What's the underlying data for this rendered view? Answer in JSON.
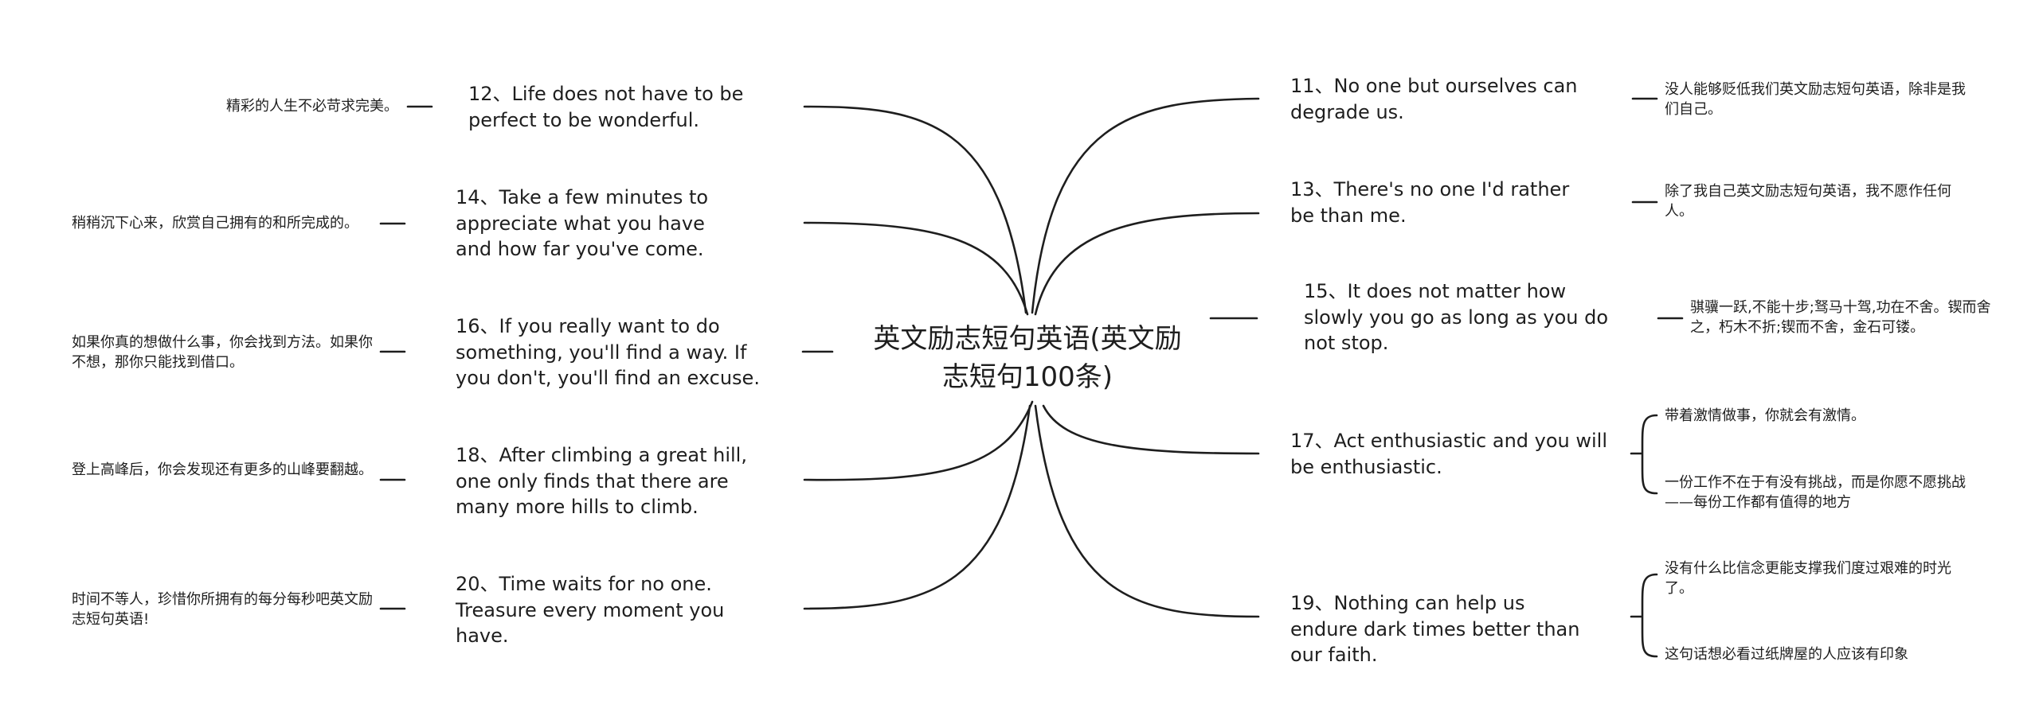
{
  "center": {
    "title": "英文励志短句英语(英文励志短句100条)"
  },
  "left_branches": [
    {
      "id": "b12",
      "text": "12、Life does not have to be perfect to be wonderful.",
      "note": "精彩的人生不必苛求完美。"
    },
    {
      "id": "b14",
      "text": "14、Take a few minutes to appreciate what you have and how far you've come.",
      "note": "稍稍沉下心来，欣赏自己拥有的和所完成的。"
    },
    {
      "id": "b16",
      "text": "16、If you really want to do something, you'll find a way. If you don't, you'll find an excuse.",
      "note": "如果你真的想做什么事，你会找到方法。如果你不想，那你只能找到借口。"
    },
    {
      "id": "b18",
      "text": "18、After climbing a great hill, one only finds that there are many more hills to climb.",
      "note": "登上高峰后，你会发现还有更多的山峰要翻越。"
    },
    {
      "id": "b20",
      "text": "20、Time waits for no one. Treasure every moment you have.",
      "note": "时间不等人，珍惜你所拥有的每分每秒吧英文励志短句英语!"
    }
  ],
  "right_branches": [
    {
      "id": "b11",
      "text": "11、No one but ourselves can degrade us.",
      "notes": [
        "没人能够贬低我们英文励志短句英语，除非是我们自己。"
      ]
    },
    {
      "id": "b13",
      "text": "13、There's no one I'd rather be than me.",
      "notes": [
        "除了我自己英文励志短句英语，我不愿作任何人。"
      ]
    },
    {
      "id": "b15",
      "text": "15、It does not matter how slowly you go as long as you do not stop.",
      "notes": [
        "骐骥一跃,不能十步;驽马十驾,功在不舍。锲而舍之，朽木不折;锲而不舍，金石可镂。"
      ]
    },
    {
      "id": "b17",
      "text": "17、Act enthusiastic and you will be enthusiastic.",
      "notes": [
        "带着激情做事，你就会有激情。",
        "一份工作不在于有没有挑战，而是你愿不愿挑战——每份工作都有值得的地方"
      ]
    },
    {
      "id": "b19",
      "text": "19、Nothing can help us endure dark times better than our faith.",
      "notes": [
        "没有什么比信念更能支撑我们度过艰难的时光了。",
        "这句话想必看过纸牌屋的人应该有印象"
      ]
    }
  ]
}
